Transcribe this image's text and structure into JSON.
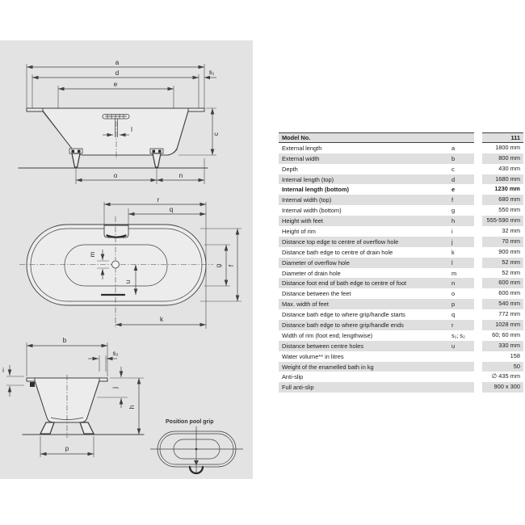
{
  "colors": {
    "page_bg": "#ffffff",
    "panel_bg": "#e3e3e3",
    "tub_fill": "#ececec",
    "row_stripe": "#dfdfdf",
    "line": "#3f3f3f",
    "text": "#1c1c1c"
  },
  "diagram": {
    "caption": "Position pool grip",
    "labels": {
      "a": "a",
      "b": "b",
      "c": "c",
      "d": "d",
      "e": "e",
      "f": "f",
      "g": "g",
      "h": "h",
      "i": "i",
      "j": "j",
      "k": "k",
      "l": "l",
      "m": "m",
      "n": "n",
      "o": "o",
      "p": "p",
      "q": "q",
      "r": "r",
      "s1": "s₁",
      "s2": "s₂",
      "u": "u"
    }
  },
  "table": {
    "rows": [
      {
        "label": "Model No.",
        "letter": "",
        "value": "111",
        "header": true,
        "bold": true
      },
      {
        "label": "External length",
        "letter": "a",
        "value": "1800 mm"
      },
      {
        "label": "External width",
        "letter": "b",
        "value": "800 mm"
      },
      {
        "label": "Depth",
        "letter": "c",
        "value": "430 mm"
      },
      {
        "label": "Internal length (top)",
        "letter": "d",
        "value": "1680 mm"
      },
      {
        "label": "Internal length (bottom)",
        "letter": "e",
        "value": "1230 mm",
        "bold": true
      },
      {
        "label": "Internal width (top)",
        "letter": "f",
        "value": "680 mm"
      },
      {
        "label": "Internal width (bottom)",
        "letter": "g",
        "value": "550 mm"
      },
      {
        "label": "Height with feet",
        "letter": "h",
        "value": "555-590 mm"
      },
      {
        "label": "Height of rim",
        "letter": "i",
        "value": "32 mm"
      },
      {
        "label": "Distance top edge to centre of overflow hole",
        "letter": "j",
        "value": "70 mm"
      },
      {
        "label": "Distance bath edge to centre of drain hole",
        "letter": "k",
        "value": "900 mm"
      },
      {
        "label": "Diameter of overflow hole",
        "letter": "l",
        "value": "52 mm"
      },
      {
        "label": "Diameter of drain hole",
        "letter": "m",
        "value": "52 mm"
      },
      {
        "label": "Distance foot end of bath edge to centre of foot",
        "letter": "n",
        "value": "600 mm"
      },
      {
        "label": "Distance between the feet",
        "letter": "o",
        "value": "600 mm"
      },
      {
        "label": "Max. width of feet",
        "letter": "p",
        "value": "540 mm"
      },
      {
        "label": "Distance bath edge to where grip/handle starts",
        "letter": "q",
        "value": "772 mm"
      },
      {
        "label": "Distance bath edge to where grip/handle ends",
        "letter": "r",
        "value": "1028 mm"
      },
      {
        "label": "Width of rim (foot end; lengthwise)",
        "letter": "s₁; s₂",
        "value": "60; 60 mm"
      },
      {
        "label": "Distance between centre holes",
        "letter": "u",
        "value": "330 mm"
      },
      {
        "label": "Water volume** in litres",
        "letter": "",
        "value": "158"
      },
      {
        "label": "Weight of the enamelled bath in kg",
        "letter": "",
        "value": "50"
      },
      {
        "label": "Anti-slip",
        "letter": "",
        "value": "∅ 435 mm"
      },
      {
        "label": "Full anti-slip",
        "letter": "",
        "value": "900 x 300"
      }
    ]
  }
}
